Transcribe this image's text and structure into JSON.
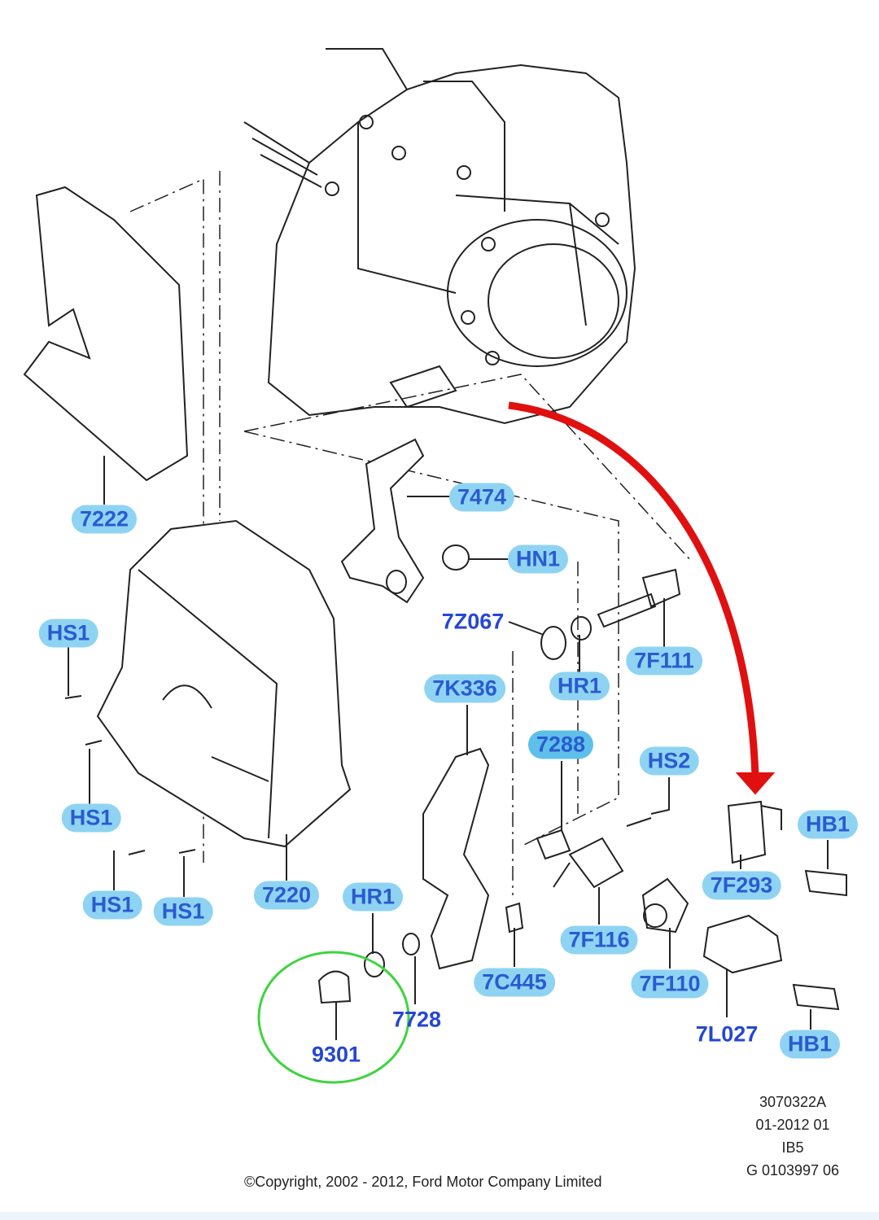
{
  "labels": {
    "p7222": "7222",
    "p7474": "7474",
    "hn1": "HN1",
    "hs1_a": "HS1",
    "p7z067": "7Z067",
    "p7f111": "7F111",
    "hr1_a": "HR1",
    "p7k336": "7K336",
    "p7288": "7288",
    "hs2": "HS2",
    "hs1_b": "HS1",
    "hb1_a": "HB1",
    "p7f293": "7F293",
    "hs1_c": "HS1",
    "hs1_d": "HS1",
    "p7220": "7220",
    "hr1_b": "HR1",
    "p7f116": "7F116",
    "p7c445": "7C445",
    "p7f110": "7F110",
    "p7728": "7728",
    "p7l027": "7L027",
    "hb1_b": "HB1",
    "p9301": "9301"
  },
  "meta": {
    "line1": "3070322A",
    "line2": "01-2012 01",
    "line3": "IB5",
    "line4": "G 0103997 06"
  },
  "copyright": "©Copyright, 2002 - 2012, Ford Motor Company Limited",
  "colors": {
    "label_fill": "#8fd3f2",
    "label_text": "#2a5bd0",
    "arrow": "#e01010",
    "highlight_circle": "#3fd43f"
  }
}
